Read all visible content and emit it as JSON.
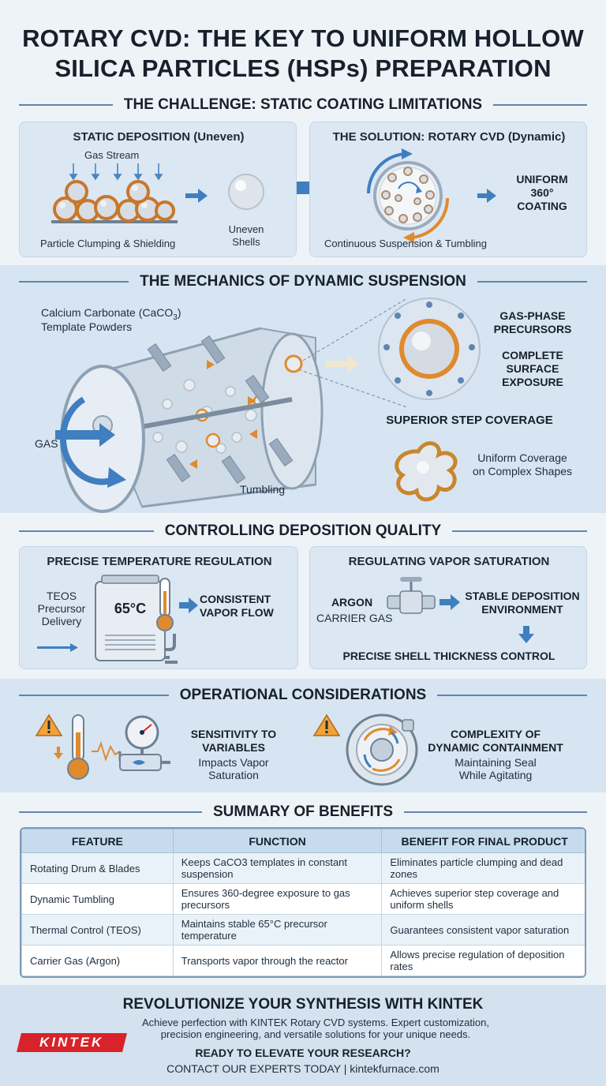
{
  "title_line1": "ROTARY CVD: THE KEY TO UNIFORM HOLLOW",
  "title_line2": "SILICA PARTICLES (HSPs) PREPARATION",
  "challenge": {
    "heading": "THE CHALLENGE: STATIC COATING LIMITATIONS",
    "static_title": "STATIC DEPOSITION (Uneven)",
    "gas_stream": "Gas Stream",
    "clumping": "Particle Clumping & Shielding",
    "uneven_shells": "Uneven\nShells",
    "solution_title": "THE SOLUTION: ROTARY CVD (Dynamic)",
    "uniform": "UNIFORM\n360°\nCOATING",
    "suspension": "Continuous Suspension & Tumbling"
  },
  "mechanics": {
    "heading": "THE MECHANICS OF DYNAMIC SUSPENSION",
    "caco3": "Calcium Carbonate (CaCO",
    "caco3_sub": "3",
    "caco3_end": ")",
    "template": "Template Powders",
    "gas": "GAS",
    "tumbling": "Tumbling",
    "precursors": "GAS-PHASE\nPRECURSORS",
    "exposure": "COMPLETE\nSURFACE\nEXPOSURE",
    "step_coverage": "SUPERIOR STEP COVERAGE",
    "complex": "Uniform Coverage\non Complex Shapes"
  },
  "quality": {
    "heading": "CONTROLLING DEPOSITION QUALITY",
    "temp_title": "PRECISE TEMPERATURE REGULATION",
    "teos": "TEOS\nPrecursor\nDelivery",
    "temp_value": "65°C",
    "consistent": "CONSISTENT\nVAPOR FLOW",
    "vapor_title": "REGULATING VAPOR SATURATION",
    "argon": "ARGON",
    "carrier": "CARRIER GAS",
    "stable": "STABLE DEPOSITION\nENVIRONMENT",
    "thickness": "PRECISE SHELL THICKNESS CONTROL"
  },
  "operational": {
    "heading": "OPERATIONAL CONSIDERATIONS",
    "sens_title": "SENSITIVITY TO\nVARIABLES",
    "sens_text": "Impacts Vapor\nSaturation",
    "comp_title": "COMPLEXITY OF\nDYNAMIC CONTAINMENT",
    "comp_text": "Maintaining Seal\nWhile Agitating"
  },
  "summary": {
    "heading": "SUMMARY OF BENEFITS",
    "headers": [
      "FEATURE",
      "FUNCTION",
      "BENEFIT FOR FINAL PRODUCT"
    ],
    "rows": [
      [
        "Rotating Drum & Blades",
        "Keeps CaCO3 templates in constant suspension",
        "Eliminates particle clumping and dead zones"
      ],
      [
        "Dynamic Tumbling",
        "Ensures 360-degree exposure to gas precursors",
        "Achieves superior step coverage and uniform shells"
      ],
      [
        "Thermal Control (TEOS)",
        "Maintains stable 65°C precursor temperature",
        "Guarantees consistent vapor saturation"
      ],
      [
        "Carrier Gas (Argon)",
        "Transports vapor through the reactor",
        "Allows precise regulation of deposition rates"
      ]
    ]
  },
  "footer": {
    "heading": "REVOLUTIONIZE YOUR SYNTHESIS WITH KINTEK",
    "body": "Achieve perfection with KINTEK Rotary CVD systems. Expert customization, precision engineering, and versatile solutions for your unique needs.",
    "logo": "KINTEK",
    "cta": "READY TO ELEVATE YOUR RESEARCH?",
    "contact": "CONTACT OUR EXPERTS TODAY | kintekfurnace.com"
  },
  "colors": {
    "accent_blue": "#3f7fc0",
    "accent_orange": "#e08a2e",
    "brand_red": "#d8232a"
  }
}
